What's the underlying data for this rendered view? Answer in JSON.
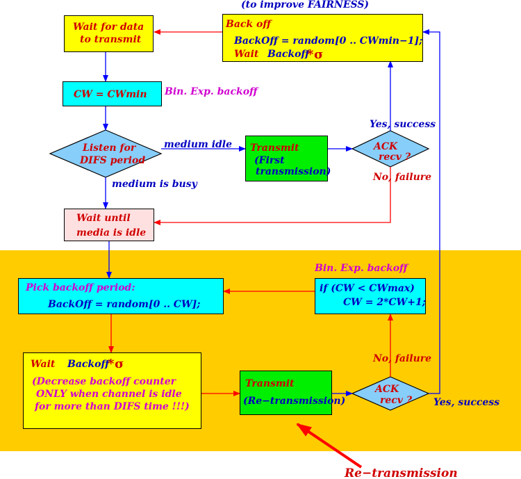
{
  "note_top": "(to improve FAIRNESS)",
  "boxes": {
    "wait_data": {
      "line1": "Wait for data",
      "line2": "to transmit"
    },
    "backoff_top": {
      "title": "Back off",
      "line1": "BackOff = random[0 .. CWmin−1];",
      "wait": "Wait",
      "backoff": "Backoff",
      "times": "*",
      "sigma": "σ"
    },
    "cw_min": {
      "label": "CW = CWmin"
    },
    "listen": {
      "line1": "Listen for",
      "line2": "DIFS period"
    },
    "transmit_first": {
      "title": "Transmit",
      "line1": "(First",
      "line2": "transmission)"
    },
    "ack1": {
      "line1": "ACK",
      "line2": "recv ?"
    },
    "wait_idle": {
      "line1": "Wait until",
      "line2": "media is idle"
    },
    "pick_backoff": {
      "line1": "Pick backoff period:",
      "line2": "BackOff = random[0 .. CW];"
    },
    "cw_update": {
      "line1": "if (CW < CWmax)",
      "line2": "CW = 2*CW+1;"
    },
    "wait_backoff": {
      "wait": "Wait",
      "backoff": "Backoff",
      "times": "*",
      "sigma": "σ",
      "line1": "(Decrease backoff counter",
      "line2": "ONLY when channel is idle",
      "line3": "for more than DIFS time !!!)"
    },
    "transmit_re": {
      "title": "Transmit",
      "line1": "(Re−transmission)"
    },
    "ack2": {
      "line1": "ACK",
      "line2": "recv ?"
    }
  },
  "labels": {
    "bin_exp_1": "Bin. Exp. backoff",
    "medium_idle": "medium idle",
    "medium_busy": "medium is busy",
    "yes_success_1": "Yes, success",
    "no_failure_1": "No, failure",
    "bin_exp_2": "Bin. Exp. backoff",
    "no_failure_2": "No, failure",
    "yes_success_2": "Yes, success",
    "retransmission": "Re−transmission"
  },
  "colors": {
    "band": "#ffcc00",
    "yellow_box": "#ffff00",
    "cyan_box": "#00ffff",
    "green_box": "#00ee00",
    "pink_box": "#ffe0e0",
    "diamond": "#87cefa",
    "arrow_red": "#ff0000",
    "arrow_blue": "#0000ff"
  }
}
